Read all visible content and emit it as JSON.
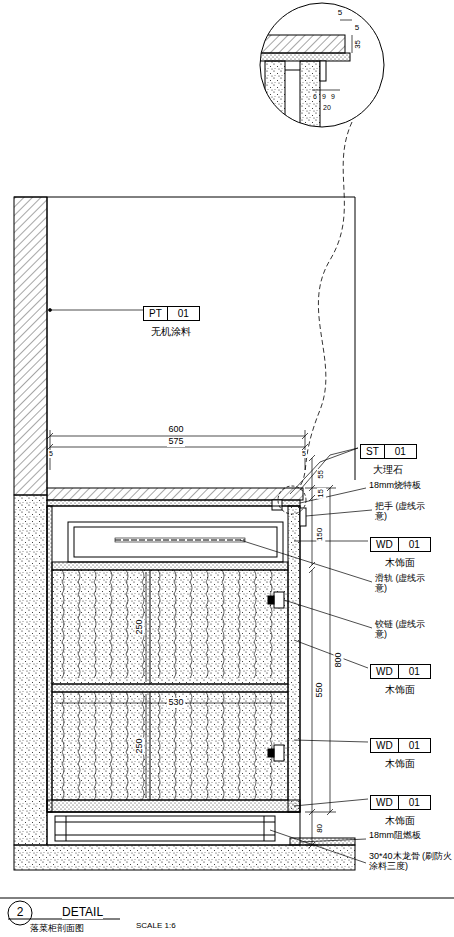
{
  "diagram": {
    "title": "DETAIL",
    "caption": "落菜柜剖面图",
    "nodes": [
      {
        "text": [
          "PT",
          "01",
          "无机涂料"
        ]
      },
      {
        "text": [
          "ST",
          "01",
          "大理石"
        ]
      },
      {
        "text": [
          "WD",
          "01",
          "木饰面"
        ]
      },
      {
        "text": [
          "WD",
          "01",
          "木饰面"
        ]
      },
      {
        "text": [
          "WD",
          "01",
          "木饰面"
        ]
      },
      {
        "text": [
          "WD",
          "01",
          "木饰面"
        ]
      }
    ],
    "labels": [
      "5",
      "5",
      "35",
      "6",
      "9",
      "9",
      "20",
      "600",
      "575",
      "5",
      "5",
      "55",
      "15",
      "150",
      "250",
      "530",
      "250",
      "800",
      "550",
      "80",
      "18mm烧特板",
      "把手 (虚线示意)",
      "滑轨 (虚线示意)",
      "铰链 (虚线示意)",
      "18mm阻燃板",
      "30*40木龙骨 (刷防火涂料三度)",
      "2",
      "SCALE 1:6"
    ]
  }
}
